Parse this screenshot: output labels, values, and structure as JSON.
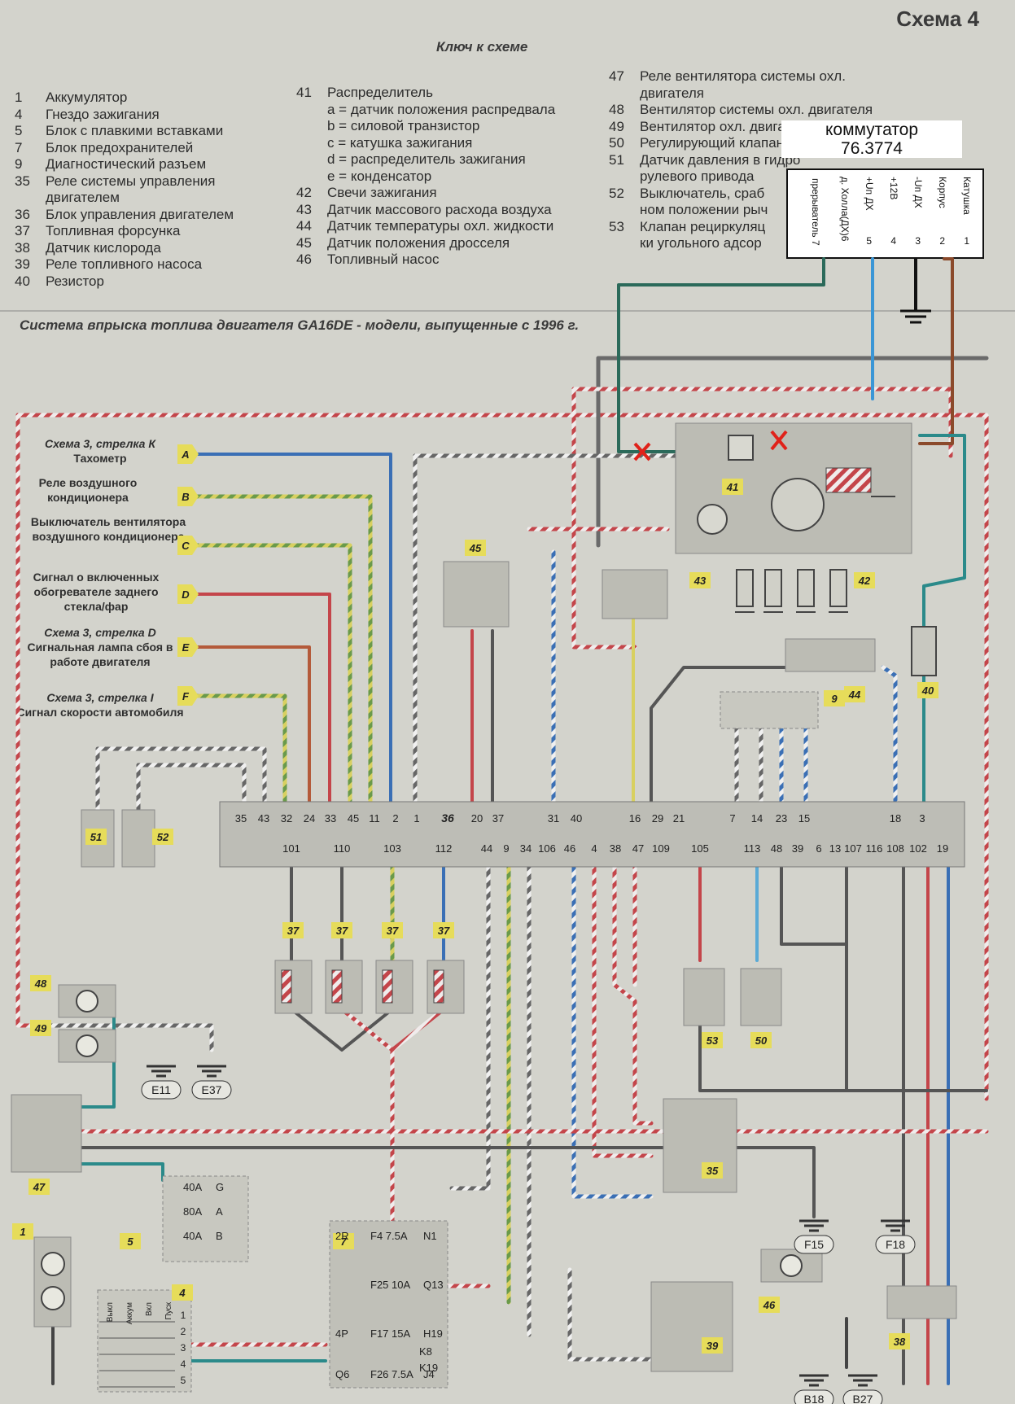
{
  "schema_title": "Схема 4",
  "key_title": "Ключ к схеме",
  "legend_col1": [
    {
      "n": "1",
      "t": "Аккумулятор"
    },
    {
      "n": "4",
      "t": "Гнездо зажигания"
    },
    {
      "n": "5",
      "t": "Блок с плавкими вставками"
    },
    {
      "n": "7",
      "t": "Блок предохранителей"
    },
    {
      "n": "9",
      "t": "Диагностический разъем"
    },
    {
      "n": "35",
      "t": "Реле системы управления"
    },
    {
      "n": "",
      "t": "двигателем"
    },
    {
      "n": "36",
      "t": "Блок управления двигателем"
    },
    {
      "n": "37",
      "t": "Топливная форсунка"
    },
    {
      "n": "38",
      "t": "Датчик кислорода"
    },
    {
      "n": "39",
      "t": "Реле топливного насоса"
    },
    {
      "n": "40",
      "t": "Резистор"
    }
  ],
  "legend_col2": [
    {
      "n": "41",
      "t": "Распределитель"
    },
    {
      "n": "",
      "t": "a = датчик положения распредвала"
    },
    {
      "n": "",
      "t": "b = силовой транзистор"
    },
    {
      "n": "",
      "t": "c = катушка зажигания"
    },
    {
      "n": "",
      "t": "d = распределитель зажигания"
    },
    {
      "n": "",
      "t": "e = конденсатор"
    },
    {
      "n": "42",
      "t": "Свечи зажигания"
    },
    {
      "n": "43",
      "t": "Датчик массового расхода воздуха"
    },
    {
      "n": "44",
      "t": "Датчик температуры охл. жидкости"
    },
    {
      "n": "45",
      "t": "Датчик положения дросселя"
    },
    {
      "n": "46",
      "t": "Топливный насос"
    }
  ],
  "legend_col3": [
    {
      "n": "47",
      "t": "Реле вентилятора системы охл."
    },
    {
      "n": "",
      "t": "двигателя"
    },
    {
      "n": "48",
      "t": "Вентилятор системы охл. двигателя"
    },
    {
      "n": "49",
      "t": "Вентилятор охл. двигателя (возд.кондиц.)"
    },
    {
      "n": "50",
      "t": "Регулирующий клапан х"
    },
    {
      "n": "51",
      "t": "Датчик давления в гидро"
    },
    {
      "n": "",
      "t": "рулевого привода"
    },
    {
      "n": "52",
      "t": "Выключатель, сраб"
    },
    {
      "n": "",
      "t": "ном положении рыч"
    },
    {
      "n": "53",
      "t": "Клапан рециркуляц"
    },
    {
      "n": "",
      "t": "ки угольного адсор"
    }
  ],
  "system_title": "Система впрыска топлива двигателя GA16DE - модели, выпущенные с 1996 г.",
  "commutator": {
    "title": "коммутатор",
    "model": "76.3774",
    "pins": [
      {
        "name": "Катушка",
        "num": "1"
      },
      {
        "name": "Корпус",
        "num": "2"
      },
      {
        "name": "-Uп ДХ",
        "num": "3"
      },
      {
        "name": "+12В",
        "num": "4"
      },
      {
        "name": "+Uп ДХ",
        "num": "5"
      },
      {
        "name": "д. Холла(ДХ)6",
        "num": "прерыватель 7"
      }
    ]
  },
  "left_labels": [
    {
      "head": "Схема 3, стрелка К",
      "body": "Тахометр",
      "letter": "A"
    },
    {
      "head": "",
      "body": "Реле воздушного кондиционера",
      "letter": "B"
    },
    {
      "head": "",
      "body": "Выключатель вентилятора воздушного кондиционера",
      "letter": "C"
    },
    {
      "head": "",
      "body": "Сигнал о включенных обогревателе заднего стекла/фар",
      "letter": "D"
    },
    {
      "head": "Схема 3, стрелка D",
      "body": "Сигнальная лампа сбоя в работе двигателя",
      "letter": "E"
    },
    {
      "head": "Схема 3, стрелка I",
      "body": "Сигнал скорости автомобиля",
      "letter": "F"
    }
  ],
  "ecu": {
    "id": "36",
    "top_pins": [
      "35",
      "43",
      "32",
      "24",
      "33",
      "45",
      "11",
      "2",
      "1",
      "20",
      "37",
      "31",
      "40",
      "16",
      "29",
      "21",
      "7",
      "14",
      "23",
      "15",
      "18",
      "3"
    ],
    "bottom_pins": [
      "101",
      "110",
      "103",
      "112",
      "44",
      "9",
      "34",
      "106",
      "46",
      "4",
      "38",
      "47",
      "109",
      "105",
      "113",
      "48",
      "39",
      "6",
      "13",
      "107",
      "116",
      "108",
      "102",
      "19"
    ]
  },
  "components": [
    "1",
    "4",
    "5",
    "7",
    "9",
    "35",
    "37",
    "37",
    "37",
    "37",
    "38",
    "39",
    "40",
    "41",
    "42",
    "43",
    "44",
    "45",
    "46",
    "47",
    "48",
    "49",
    "50",
    "51",
    "52",
    "53"
  ],
  "grounds": [
    "E11",
    "E37",
    "F15",
    "F18",
    "B18",
    "B27"
  ],
  "fuses": [
    {
      "code": "2R",
      "fuse": "F4 7.5A",
      "out": "N1"
    },
    {
      "code": "",
      "fuse": "F25 10A",
      "out": "Q13"
    },
    {
      "code": "4P",
      "fuse": "F17 15A",
      "out": "H19"
    },
    {
      "code": "Q6",
      "fuse": "F26 7.5A",
      "out": "J4"
    }
  ],
  "fuse_extra": [
    "K8",
    "K19"
  ],
  "fusible_links": [
    "40A",
    "80A",
    "40A"
  ],
  "fusible_letters": [
    "G",
    "A",
    "B"
  ],
  "ignition_switch": {
    "cols": [
      "Выкл",
      "Аккум",
      "Вкл",
      "Пуск"
    ],
    "rows": [
      "1",
      "2",
      "3",
      "4",
      "5"
    ]
  },
  "colors": {
    "red_white": "#c4454a",
    "blue": "#3a6fb5",
    "teal": "#2b8a8a",
    "gray": "#6a6a6a",
    "brown": "#8b4a2b",
    "yellow": "#d8d060",
    "green_dash": "#6a9a4a",
    "label_yellow": "#e6dc5a"
  }
}
